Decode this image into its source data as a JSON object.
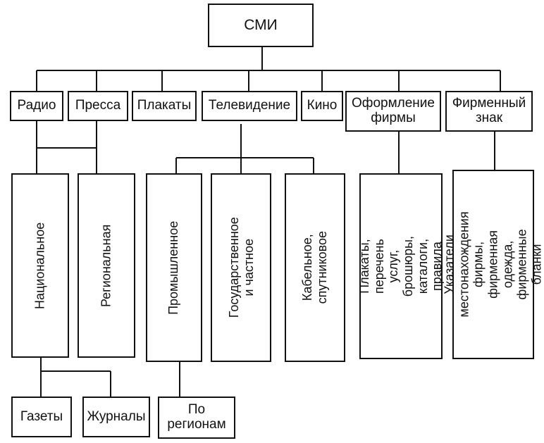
{
  "diagram": {
    "root": "СМИ",
    "categories": [
      "Радио",
      "Пресса",
      "Плакаты",
      "Телевидение",
      "Кино",
      "Оформление фирмы",
      "Фирменный знак"
    ],
    "subcategories": {
      "national": "Национальное",
      "regional": "Региональная",
      "industrial": "Промышленное",
      "state_private": "Государственное и частное",
      "cable_satellite": "Кабельное, спутниковое",
      "firm_design_items": "Плакаты, перечень услуг, брошюры, каталоги, правила",
      "brand_items": "Указатели местонахождения фирмы, фирменная одежда, фирменные бланки"
    },
    "leaves": {
      "newspapers": "Газеты",
      "magazines": "Журналы",
      "by_region": "По регионам"
    }
  }
}
